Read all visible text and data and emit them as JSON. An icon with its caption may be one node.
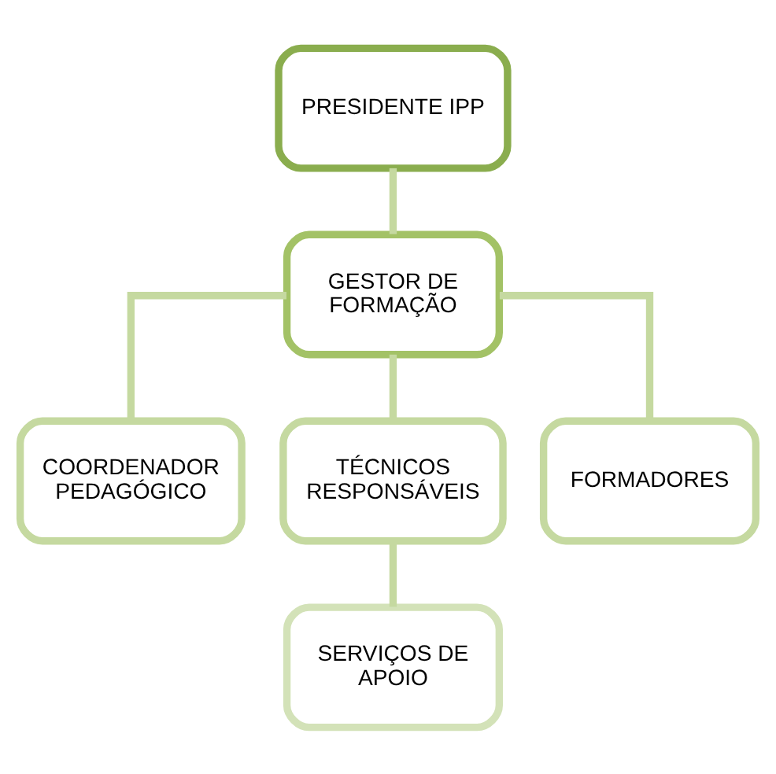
{
  "diagram": {
    "nodes": [
      {
        "text": [
          "PRESIDENTE IPP"
        ]
      },
      {
        "text": [
          "GESTOR DE FORMAÇÃO"
        ]
      },
      {
        "text": [
          "COORDENADOR PEDAGÓGICO"
        ]
      },
      {
        "text": [
          "TÉCNICOS RESPONSÁVEIS"
        ]
      },
      {
        "text": [
          "FORMADORES"
        ]
      },
      {
        "text": [
          "SERVIÇOS DE APOIO"
        ]
      }
    ],
    "edges": [
      {
        "from": 0,
        "to": 1,
        "arrow": "none"
      },
      {
        "from": 1,
        "to": 2,
        "arrow": "none"
      },
      {
        "from": 1,
        "to": 3,
        "arrow": "none"
      },
      {
        "from": 1,
        "to": 4,
        "arrow": "none"
      },
      {
        "from": 3,
        "to": 5,
        "arrow": "none"
      }
    ]
  }
}
